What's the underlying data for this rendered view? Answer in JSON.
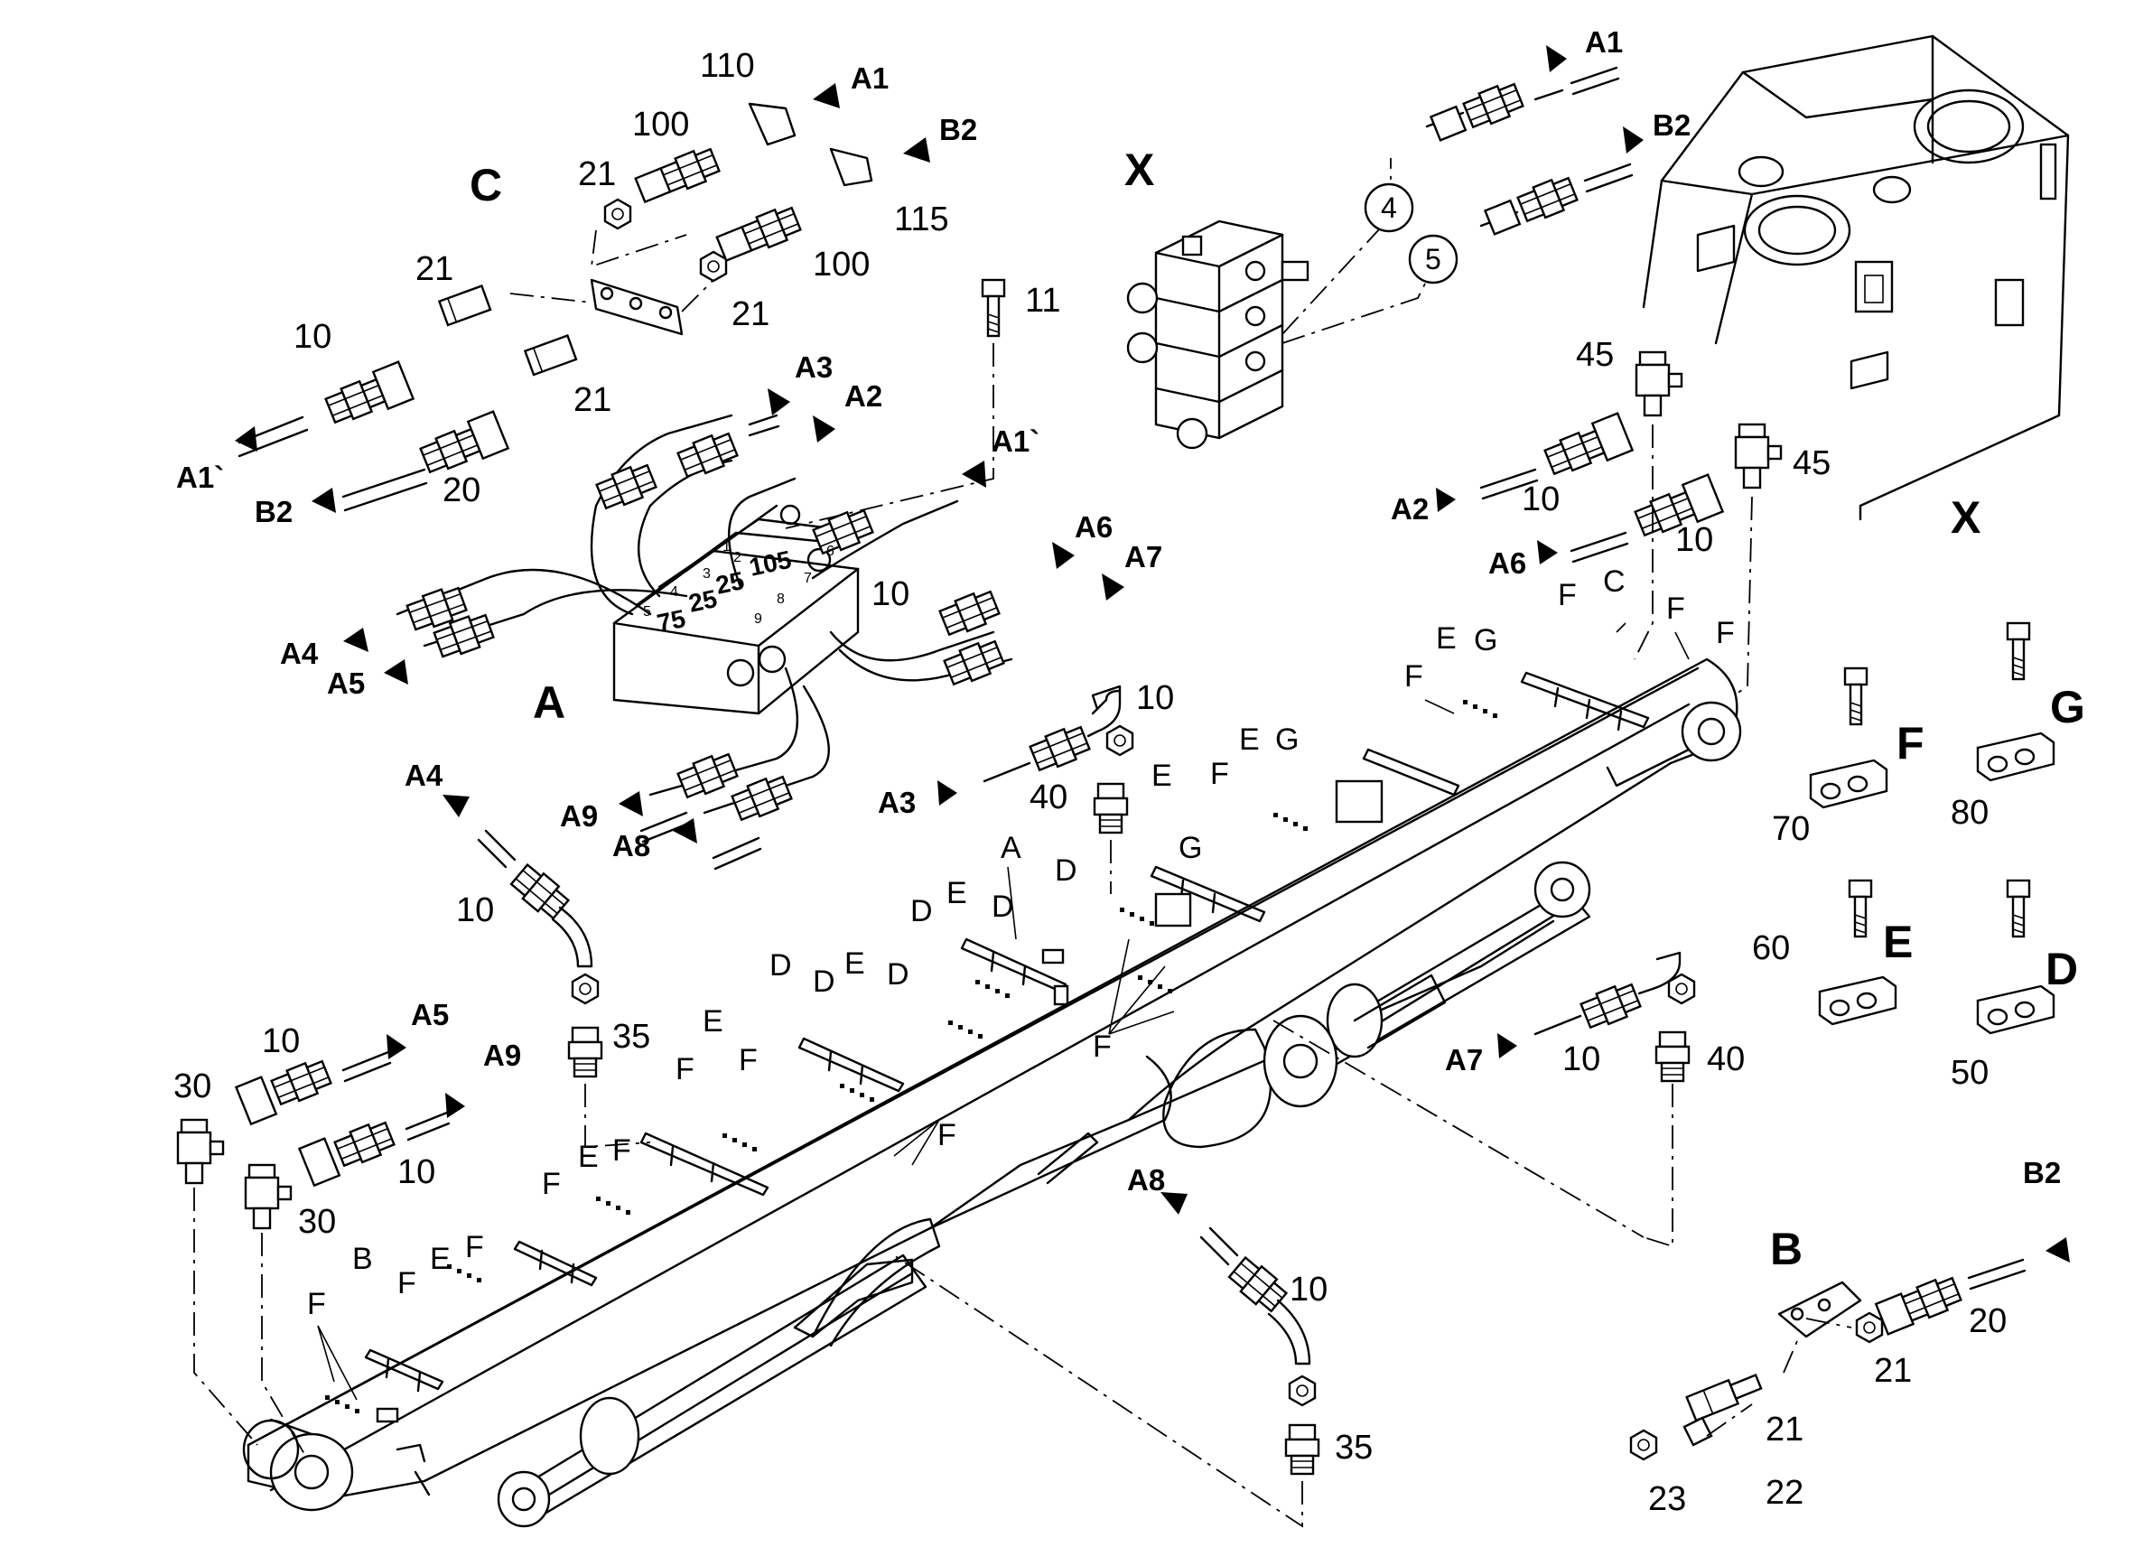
{
  "views": {
    "C": "C",
    "A": "A",
    "X": "X",
    "B": "B"
  },
  "bracket_types": {
    "F": "F",
    "G": "G",
    "E": "E",
    "D": "D"
  },
  "connections": {
    "A1": "A1",
    "A1p": "A1`",
    "A2": "A2",
    "A3": "A3",
    "A4": "A4",
    "A5": "A5",
    "A6": "A6",
    "A7": "A7",
    "A8": "A8",
    "A9": "A9",
    "B2": "B2"
  },
  "parts": {
    "p4": "4",
    "p5": "5",
    "p10": "10",
    "p11": "11",
    "p20": "20",
    "p21": "21",
    "p22": "22",
    "p23": "23",
    "p25": "25",
    "p30": "30",
    "p35": "35",
    "p40": "40",
    "p45": "45",
    "p50": "50",
    "p60": "60",
    "p70": "70",
    "p75": "75",
    "p80": "80",
    "p100": "100",
    "p105": "105",
    "p110": "110",
    "p115": "115"
  },
  "port_numbers": [
    "1",
    "2",
    "3",
    "4",
    "5",
    "6",
    "7",
    "8",
    "9"
  ],
  "boom_marks": {
    "A": "A",
    "B": "B",
    "C": "C",
    "D": "D",
    "E": "E",
    "F": "F",
    "G": "G"
  }
}
